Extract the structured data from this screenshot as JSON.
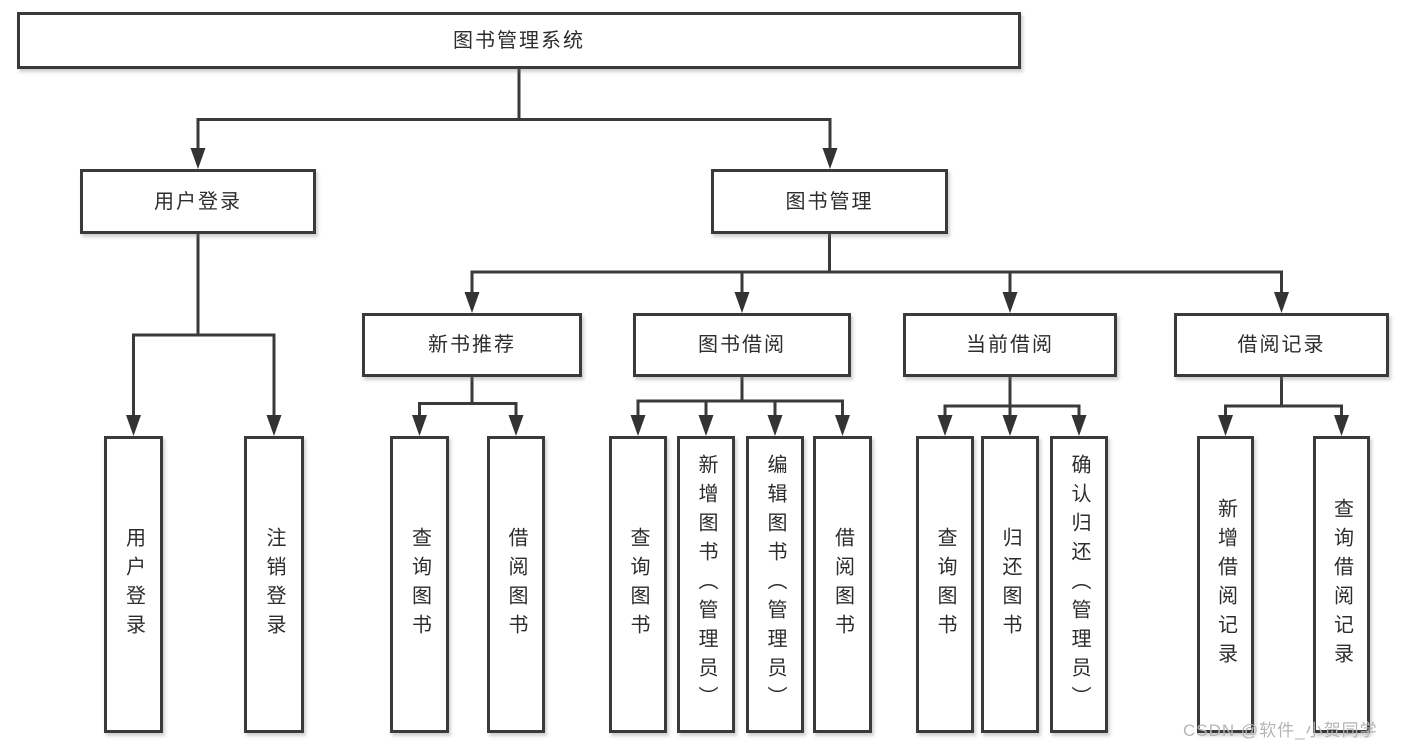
{
  "diagram": {
    "root": {
      "label": "图书管理系统"
    },
    "branches": {
      "user_login": {
        "label": "用户登录",
        "children": [
          {
            "label": "用户登录"
          },
          {
            "label": "注销登录"
          }
        ]
      },
      "book_management": {
        "label": "图书管理",
        "children": [
          {
            "label": "新书推荐",
            "children": [
              {
                "label": "查询图书"
              },
              {
                "label": "借阅图书"
              }
            ]
          },
          {
            "label": "图书借阅",
            "children": [
              {
                "label": "查询图书"
              },
              {
                "label": "新增图书（管理员）"
              },
              {
                "label": "编辑图书（管理员）"
              },
              {
                "label": "借阅图书"
              }
            ]
          },
          {
            "label": "当前借阅",
            "children": [
              {
                "label": "查询图书"
              },
              {
                "label": "归还图书"
              },
              {
                "label": "确认归还（管理员）"
              }
            ]
          },
          {
            "label": "借阅记录",
            "children": [
              {
                "label": "新增借阅记录"
              },
              {
                "label": "查询借阅记录"
              }
            ]
          }
        ]
      }
    },
    "watermark": "CSDN @软件_小贺同学",
    "colors": {
      "border": "#3a3a3a",
      "line": "#3a3a3a",
      "arrow": "#333333",
      "text": "#2d2d2d",
      "watermark": "#b5b5b5",
      "background": "#ffffff"
    }
  }
}
